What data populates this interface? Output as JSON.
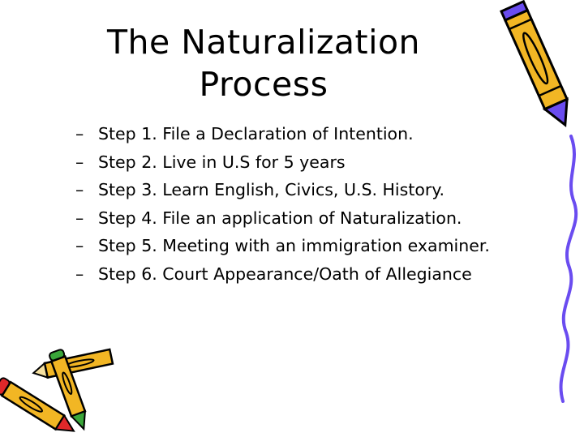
{
  "title": {
    "line1": "The Naturalization",
    "line2": "Process"
  },
  "bullet_marker": "–",
  "steps": [
    "Step 1.  File a Declaration of Intention.",
    "Step 2.  Live in U.S for 5 years",
    "Step 3.  Learn English, Civics, U.S. History.",
    "Step 4.  File an application of Naturalization.",
    "Step 5.  Meeting with an immigration examiner.",
    "Step 6.  Court Appearance/Oath of Allegiance"
  ],
  "colors": {
    "pencil_body": "#f2b624",
    "purple": "#6a4cf0",
    "red": "#e0282a",
    "green": "#3aa63a"
  }
}
